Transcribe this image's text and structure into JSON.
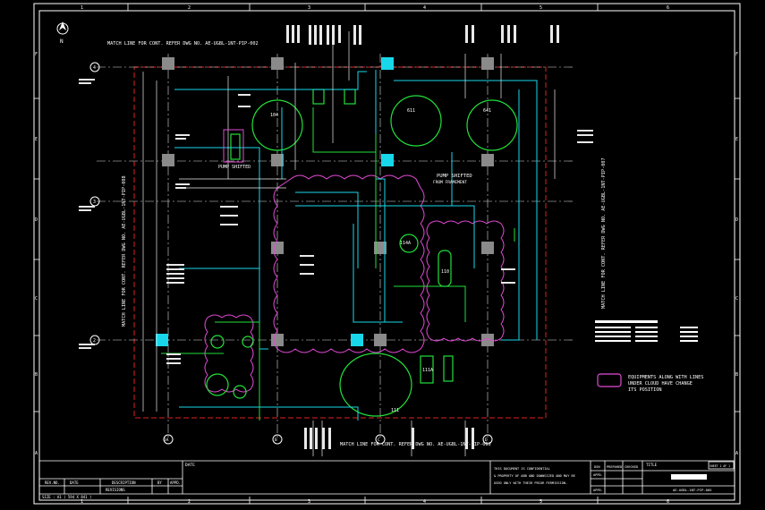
{
  "drawing": {
    "north_label": "N",
    "col_marks": [
      "1",
      "2",
      "3",
      "4",
      "5",
      "6"
    ],
    "row_marks": [
      "F",
      "E",
      "D",
      "C",
      "B",
      "A"
    ],
    "match_top": "MATCH LINE FOR CONT. REFER DWG NO. AE-UGBL-1NT-PIP-002",
    "match_bottom": "MATCH LINE FOR CONT. REFER DWG NO. AE-UGBL-1NT-PIP-003",
    "match_left": "MATCH LINE FOR CONT. REFER DWG NO. AE-UGBL-1NT-PIP-008",
    "match_right": "MATCH LINE FOR CONT. REFER DWG NO. AE-UGBL-1NT-PIP-007",
    "pump_shifted": "PUMP SHIFTED",
    "pump_shifted_2": "PUMP SHIFTED",
    "pump_shifted_2_sub": "FROM FRAMEMENT",
    "legend_text": [
      "EQUIPMENTS ALONG WITH LINES",
      "UNDER CLOUD HAVE CHANGE",
      "ITS POSITION"
    ],
    "grid_circles": [
      "4",
      "3",
      "2"
    ],
    "bottom_circles": [
      "3A",
      "B",
      "C",
      "D"
    ],
    "equipment": [
      "104",
      "611",
      "641",
      "114A",
      "110",
      "111",
      "111A"
    ],
    "colors": {
      "green": "#22e03a",
      "cyan": "#19d7ea",
      "magenta": "#e24bd6",
      "red": "#e02020",
      "white": "#ffffff",
      "yellow": "#f2d21b",
      "grey": "#8a8a8a"
    }
  },
  "title_block": {
    "date_label": "DATE",
    "rev_headers": [
      "REV.NO.",
      "DATE",
      "DESCRIPTION",
      "BY",
      "APPD."
    ],
    "desc_value": "REVISIONS",
    "doc_note": [
      "THIS DOCUMENT IS CONFIDENTIAL",
      "& PROPERTY OF ABB AND DOWNSIZED AND MAY BE",
      "USED ONLY WITH THEIR PRIOR PERMISSION."
    ],
    "sign_headers": [
      "DSN",
      "PREPARED",
      "CHECKED"
    ],
    "sign_rows": [
      "APPD.",
      "APPD."
    ],
    "title_label": "TITLE",
    "dwg_no": "AE-UGBL-1NT-PIP-005",
    "sheet": "SHEET 1 OF 1",
    "size_note": "SIZE : A1 ( 594 X 841 )"
  }
}
